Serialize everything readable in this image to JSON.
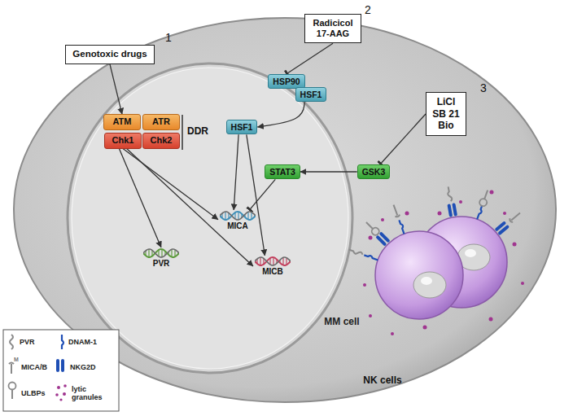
{
  "diagram": {
    "nodes": [
      {
        "text": [
          "Genotoxic drugs"
        ]
      },
      {
        "text": [
          "Radicicol 17-AAG"
        ]
      },
      {
        "text": [
          "MM cell"
        ]
      },
      {
        "text": [
          "LiCl SB 21 Bio"
        ],
        "in": 2
      },
      {
        "text": [
          "HSP90"
        ],
        "in": 2
      },
      {
        "text": [
          "HSF1"
        ],
        "in": 2
      },
      {
        "text": [
          "ATM"
        ],
        "in": 2
      },
      {
        "text": [
          "ATR"
        ],
        "in": 2
      },
      {
        "text": [
          "Chk1"
        ],
        "in": 2
      },
      {
        "text": [
          "Chk2"
        ],
        "in": 2
      },
      {
        "text": [
          "HSF1"
        ],
        "in": 2
      },
      {
        "text": [
          "STAT3"
        ],
        "in": 2
      },
      {
        "text": [
          "GSK3"
        ],
        "in": 2
      },
      {
        "text": [
          "MICA"
        ],
        "in": 2
      },
      {
        "text": [
          "PVR"
        ],
        "in": 2
      },
      {
        "text": [
          "MICB"
        ],
        "in": 2
      }
    ],
    "edges": [
      {
        "from": 0,
        "to": 6,
        "arrow": "to"
      },
      {
        "from": 1,
        "to": 4,
        "arrow": "to"
      },
      {
        "from": 5,
        "to": 10,
        "arrow": "to"
      },
      {
        "from": 3,
        "to": 12,
        "arrow": "to"
      },
      {
        "from": 12,
        "to": 11,
        "arrow": "to"
      },
      {
        "from": 11,
        "to": 13,
        "arrow": "to"
      },
      {
        "from": 10,
        "to": 13,
        "arrow": "to"
      },
      {
        "from": 10,
        "to": 15,
        "arrow": "to"
      },
      {
        "from": 8,
        "to": 14,
        "arrow": "to"
      },
      {
        "from": 8,
        "to": 13,
        "arrow": "to"
      },
      {
        "from": 8,
        "to": 15,
        "arrow": "to"
      }
    ],
    "labels": [
      "1",
      "2",
      "3",
      "DDR",
      "NK cells",
      "M"
    ],
    "legend": [
      {
        "text": "PVR"
      },
      {
        "text": "DNAM-1"
      },
      {
        "text": "MICA/B"
      },
      {
        "text": "NKG2D"
      },
      {
        "text": "ULBPs"
      },
      {
        "text": "lytic granules"
      }
    ]
  }
}
